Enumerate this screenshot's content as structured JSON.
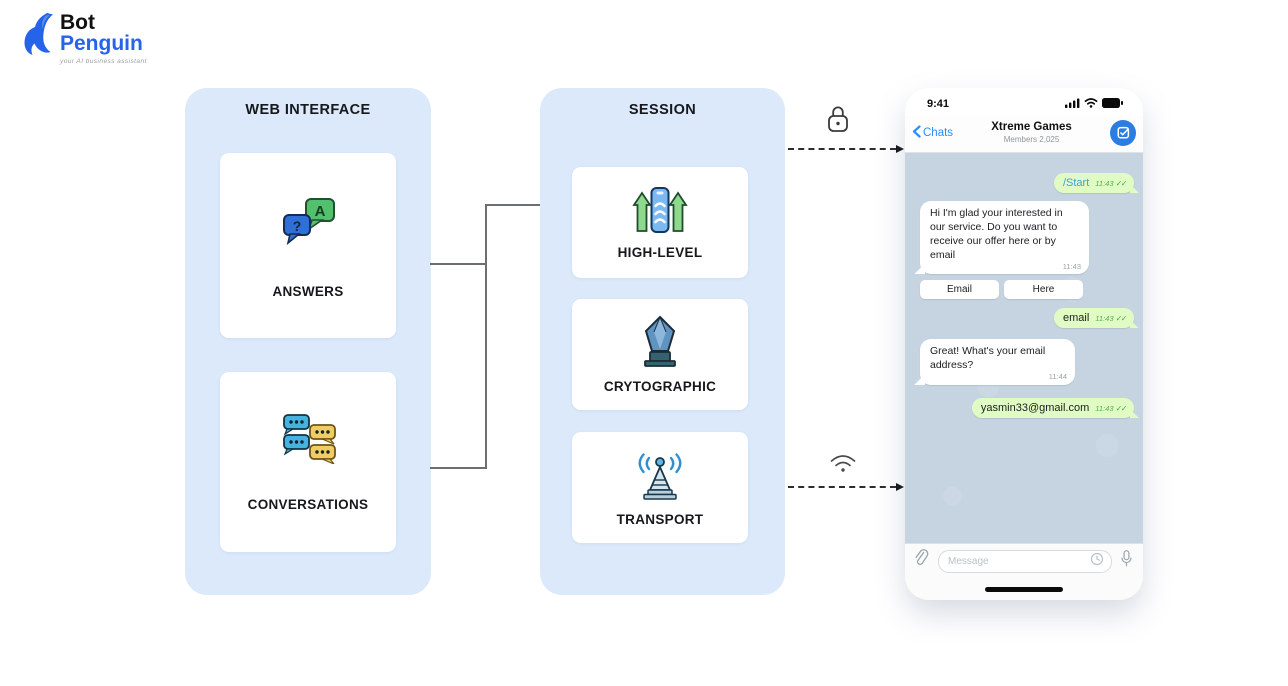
{
  "logo": {
    "bot": "Bot",
    "penguin": "Penguin",
    "tagline": "your AI business assistant"
  },
  "panels": {
    "web_interface": {
      "title": "WEB INTERFACE",
      "cards": [
        {
          "label": "ANSWERS",
          "icon": "qa-speech-bubbles-icon"
        },
        {
          "label": "CONVERSATIONS",
          "icon": "chat-bubbles-icon"
        }
      ]
    },
    "session": {
      "title": "SESSION",
      "cards": [
        {
          "label": "HIGH-LEVEL",
          "icon": "phone-upload-icon"
        },
        {
          "label": "CRYTOGRAPHIC",
          "icon": "crystal-icon"
        },
        {
          "label": "TRANSPORT",
          "icon": "radio-tower-icon"
        }
      ]
    }
  },
  "connectors": {
    "top_arrow_icon": "lock-icon",
    "bottom_arrow_icon": "wifi-icon"
  },
  "phone": {
    "status_bar": {
      "time": "9:41"
    },
    "header": {
      "back_label": "Chats",
      "title": "Xtreme Games",
      "subtitle": "Members 2,025"
    },
    "messages": [
      {
        "side": "right",
        "text": "/Start",
        "time": "11:43",
        "checks": "✓✓"
      },
      {
        "side": "left",
        "text": "Hi I'm glad your interested in our service. Do you want to receive our offer here or by email",
        "time": "11:43"
      },
      {
        "side": "buttons",
        "buttons": [
          "Email",
          "Here"
        ]
      },
      {
        "side": "right",
        "text": "email",
        "time": "11:43",
        "checks": "✓✓"
      },
      {
        "side": "left",
        "text": "Great! What's your email address?",
        "time": "11:44"
      },
      {
        "side": "right",
        "text": "yasmin33@gmail.com",
        "time": "11:43",
        "checks": "✓✓"
      }
    ],
    "input": {
      "placeholder": "Message"
    }
  },
  "colors": {
    "brand_blue": "#2563eb",
    "panel_blue": "#dbe9fb",
    "telegram_blue": "#2f8cff",
    "compose_blue": "#2b7de1",
    "bubble_green": "#e0fcc4",
    "start_link_blue": "#3f9ddd",
    "meta_green": "#58ad53",
    "chat_wallpaper": "#c6d4e2"
  }
}
